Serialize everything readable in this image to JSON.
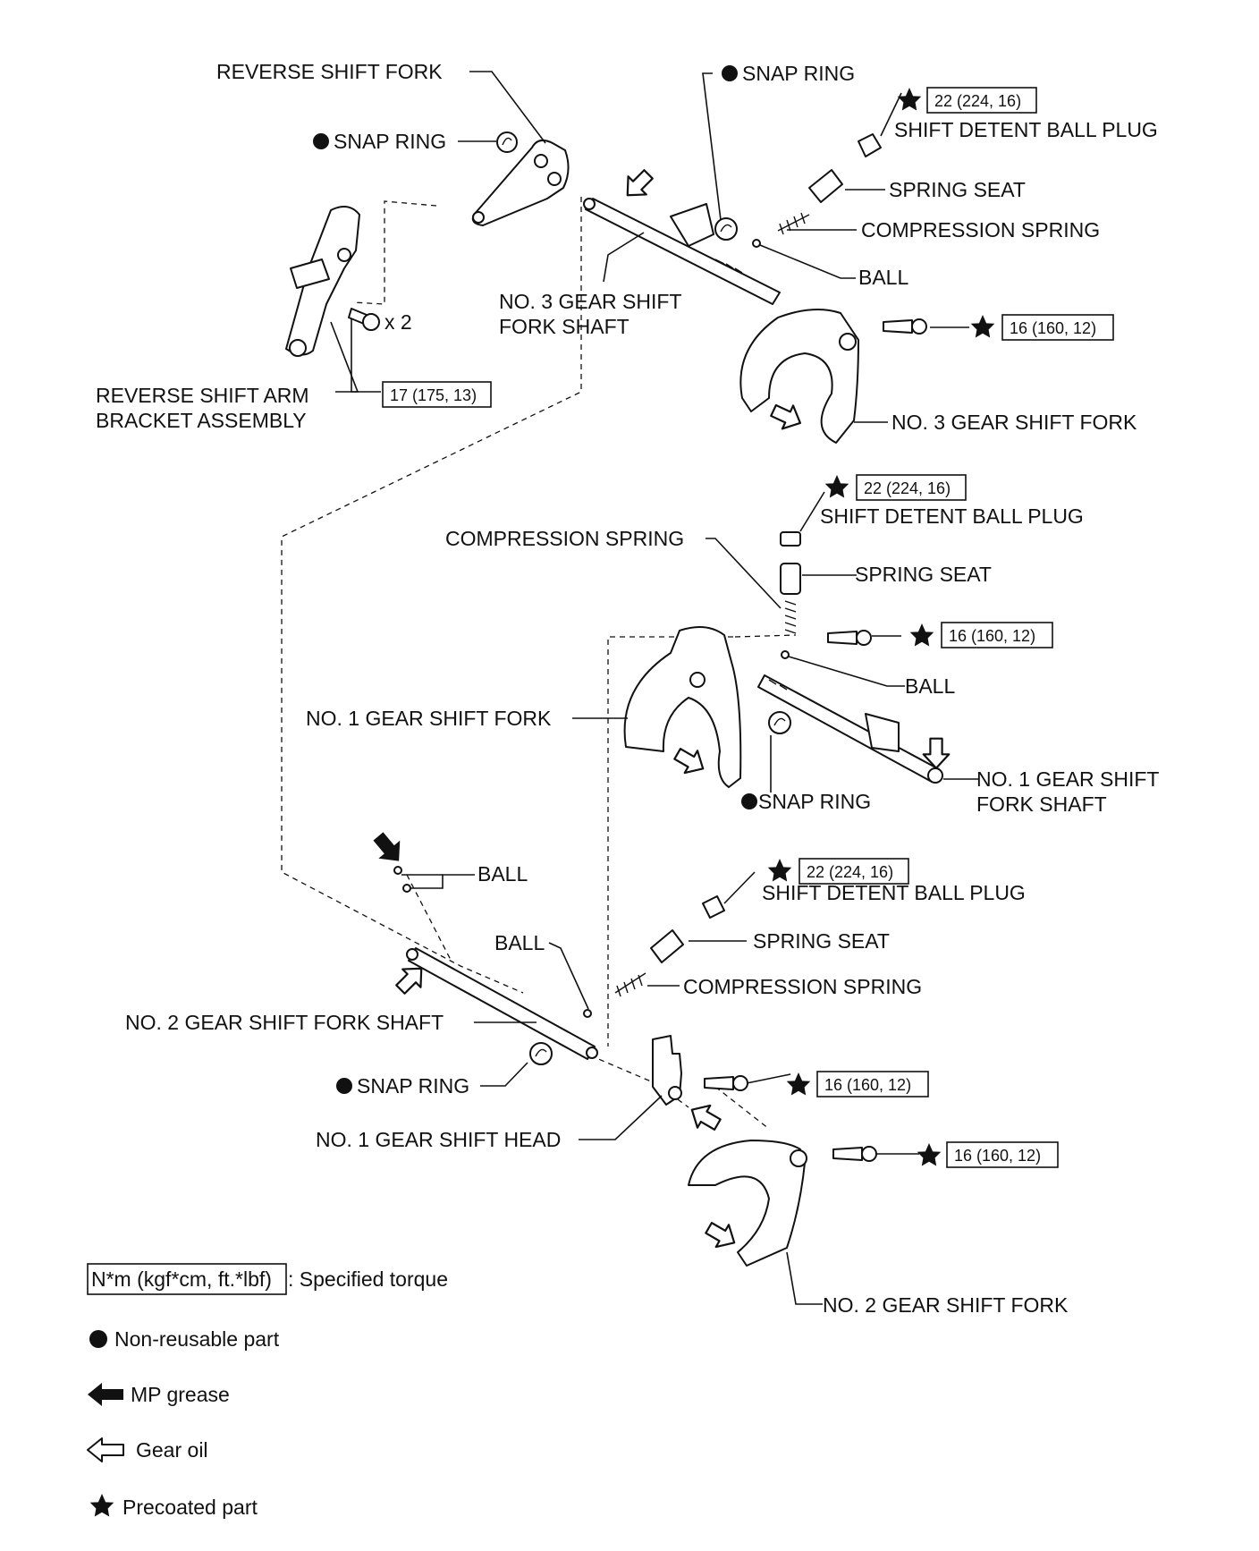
{
  "labels": {
    "reverse_shift_fork": "REVERSE SHIFT FORK",
    "snap_ring": "SNAP RING",
    "shift_detent_ball_plug": "SHIFT DETENT BALL PLUG",
    "spring_seat": "SPRING SEAT",
    "compression_spring": "COMPRESSION SPRING",
    "ball": "BALL",
    "no3_shaft_line1": "NO. 3 GEAR SHIFT",
    "no3_shaft_line2": "FORK SHAFT",
    "times_two": "x 2",
    "reverse_arm_line1": "REVERSE SHIFT ARM",
    "reverse_arm_line2": "BRACKET ASSEMBLY",
    "no3_fork": "NO. 3 GEAR SHIFT FORK",
    "no1_fork": "NO. 1 GEAR SHIFT FORK",
    "no1_shaft_line1": "NO. 1 GEAR SHIFT",
    "no1_shaft_line2": "FORK SHAFT",
    "no2_shaft": "NO. 2 GEAR SHIFT FORK SHAFT",
    "no1_head": "NO. 1 GEAR SHIFT HEAD",
    "no2_fork": "NO. 2 GEAR SHIFT FORK"
  },
  "torque": {
    "plug": "22 (224, 16)",
    "bolt": "16 (160, 12)",
    "bracket": "17 (175, 13)"
  },
  "legend": {
    "torque_box": "N*m (kgf*cm, ft.*lbf)",
    "torque_text": ": Specified torque",
    "non_reusable": "Non-reusable part",
    "mp_grease": "MP grease",
    "gear_oil": "Gear oil",
    "precoated": "Precoated part"
  },
  "icons": {
    "dot": "non-reusable-dot-icon",
    "black_arrow": "mp-grease-arrow-icon",
    "hollow_arrow": "gear-oil-arrow-icon",
    "star": "precoated-star-icon"
  }
}
